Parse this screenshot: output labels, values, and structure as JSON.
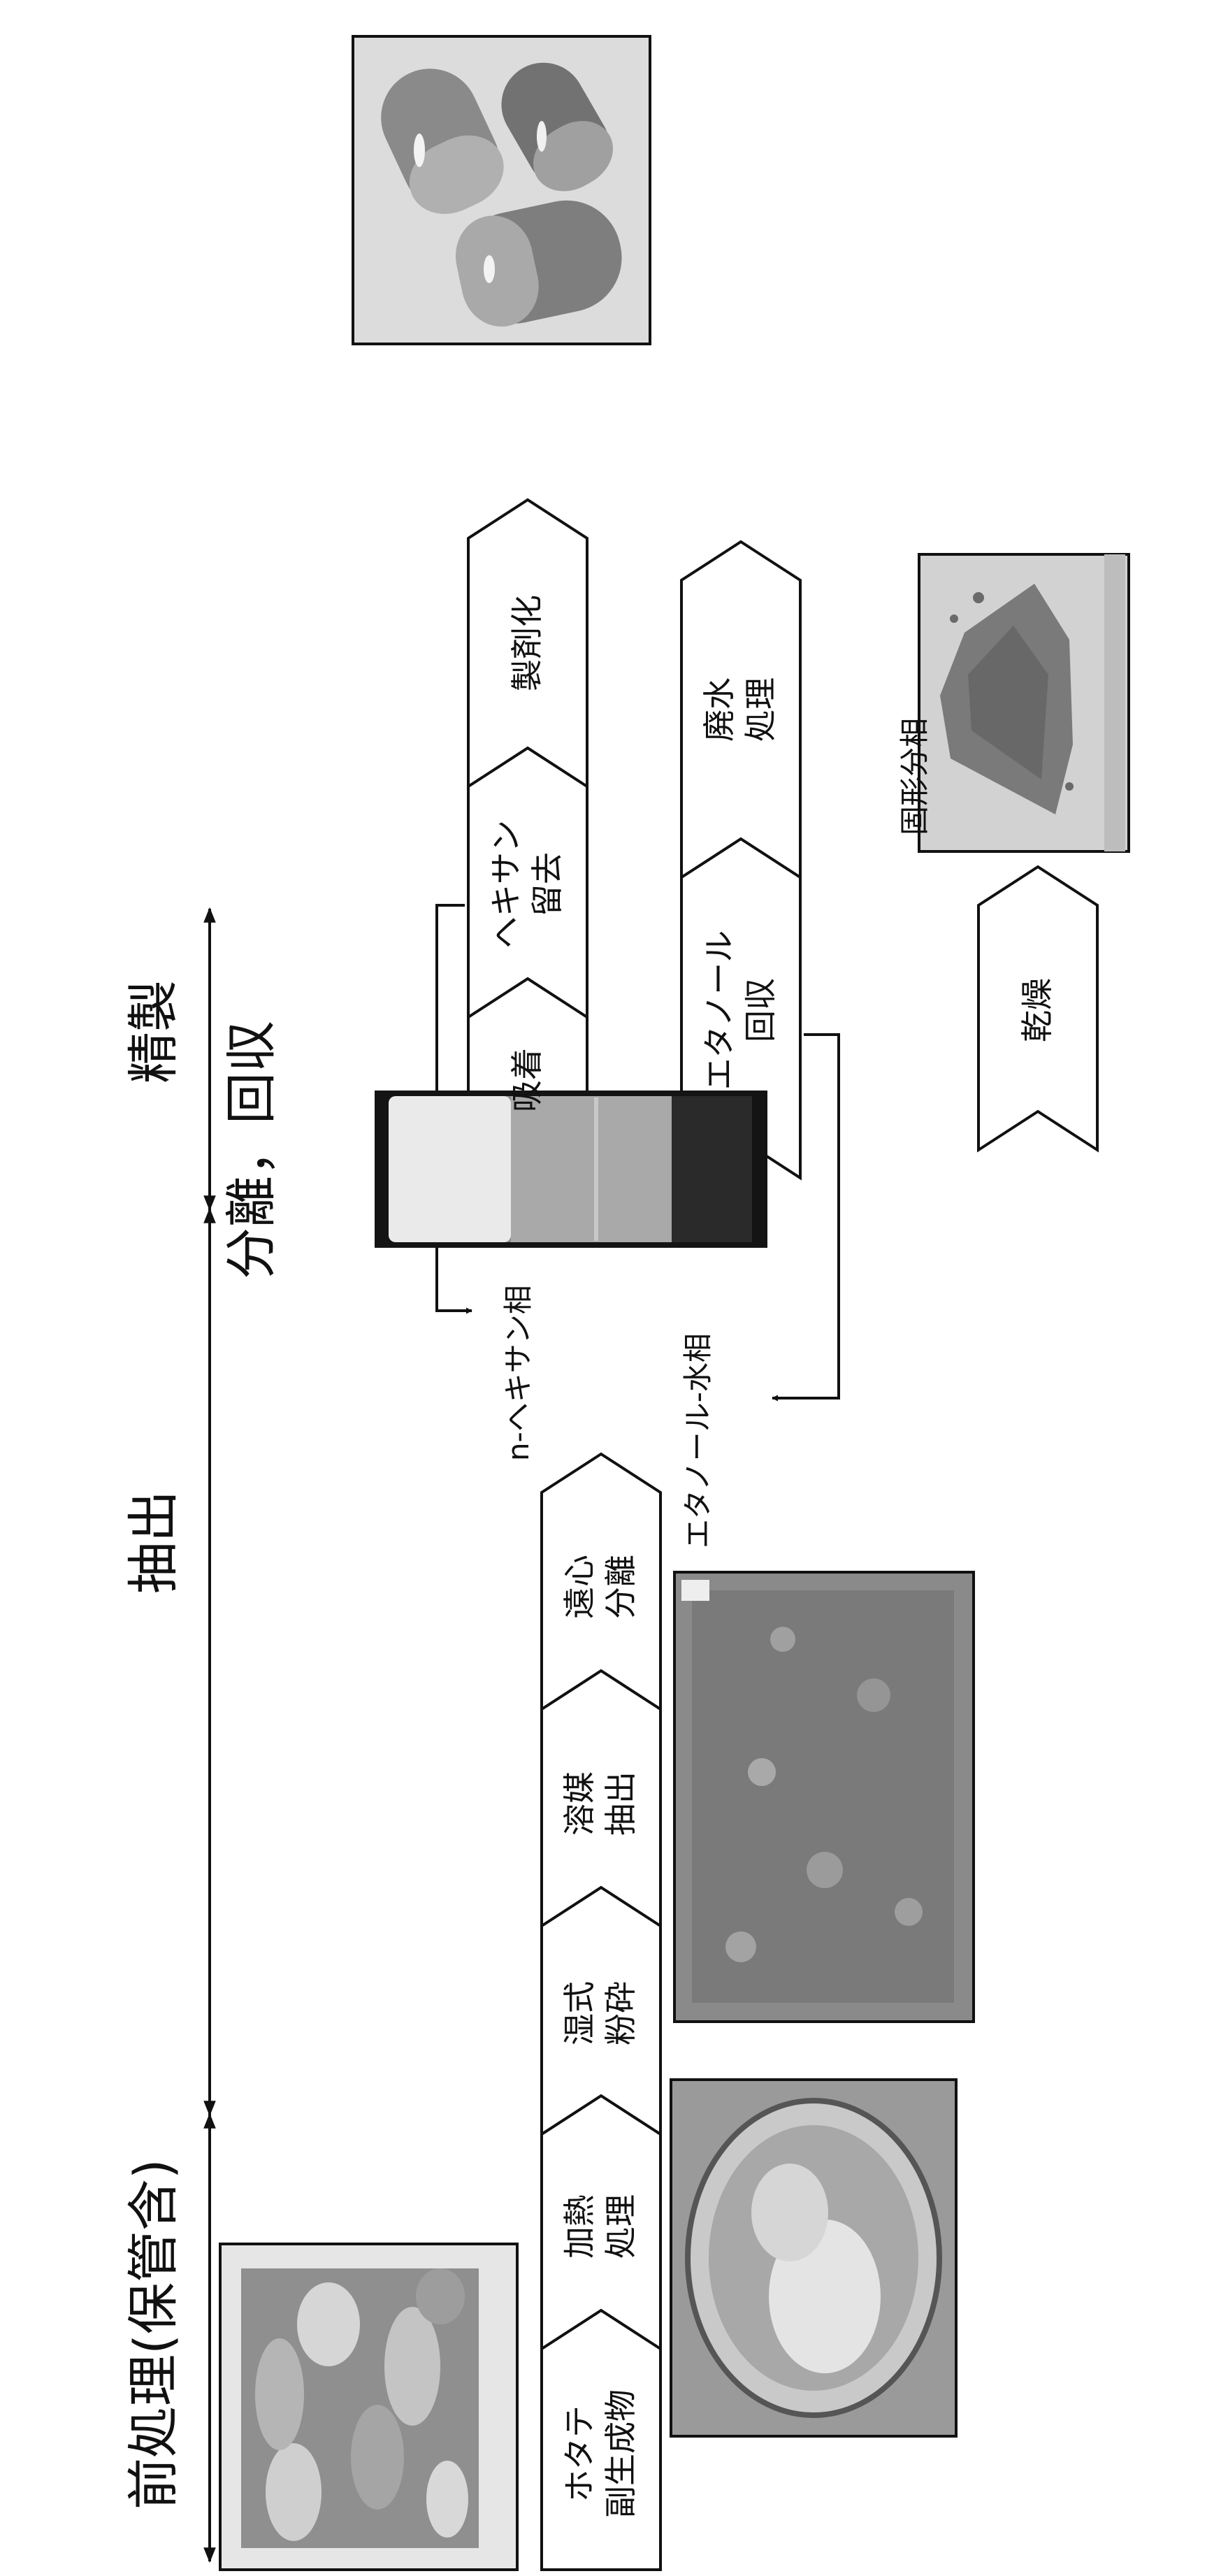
{
  "stages": {
    "pretreatment": "前処理(保管含)",
    "extraction": "抽出",
    "separation": "分離，回収",
    "purification": "精製"
  },
  "steps": {
    "byproduct": [
      "ホタテ",
      "副生成物"
    ],
    "heat": [
      "加熱",
      "処理"
    ],
    "wet_grind": [
      "湿式",
      "粉砕"
    ],
    "solvent": [
      "溶媒",
      "抽出"
    ],
    "centrifuge": [
      "遠心",
      "分離"
    ],
    "adsorption": "吸着",
    "hexane_removal": [
      "ヘキサン",
      "留去"
    ],
    "formulation": "製剤化",
    "ethanol_recovery": [
      "エタノール",
      "回収"
    ],
    "wastewater": [
      "廃水",
      "処理"
    ],
    "drying": "乾燥"
  },
  "phases": {
    "hexane": "n-ヘキサン相",
    "ethanol_water": "エタノール-水相",
    "solid": "固形分相"
  },
  "photos": [
    "scallop-byproduct-photo",
    "heated-bowl-photo",
    "ground-slurry-photo",
    "centrifuge-tube-photo",
    "capsules-photo",
    "solid-powder-photo"
  ]
}
